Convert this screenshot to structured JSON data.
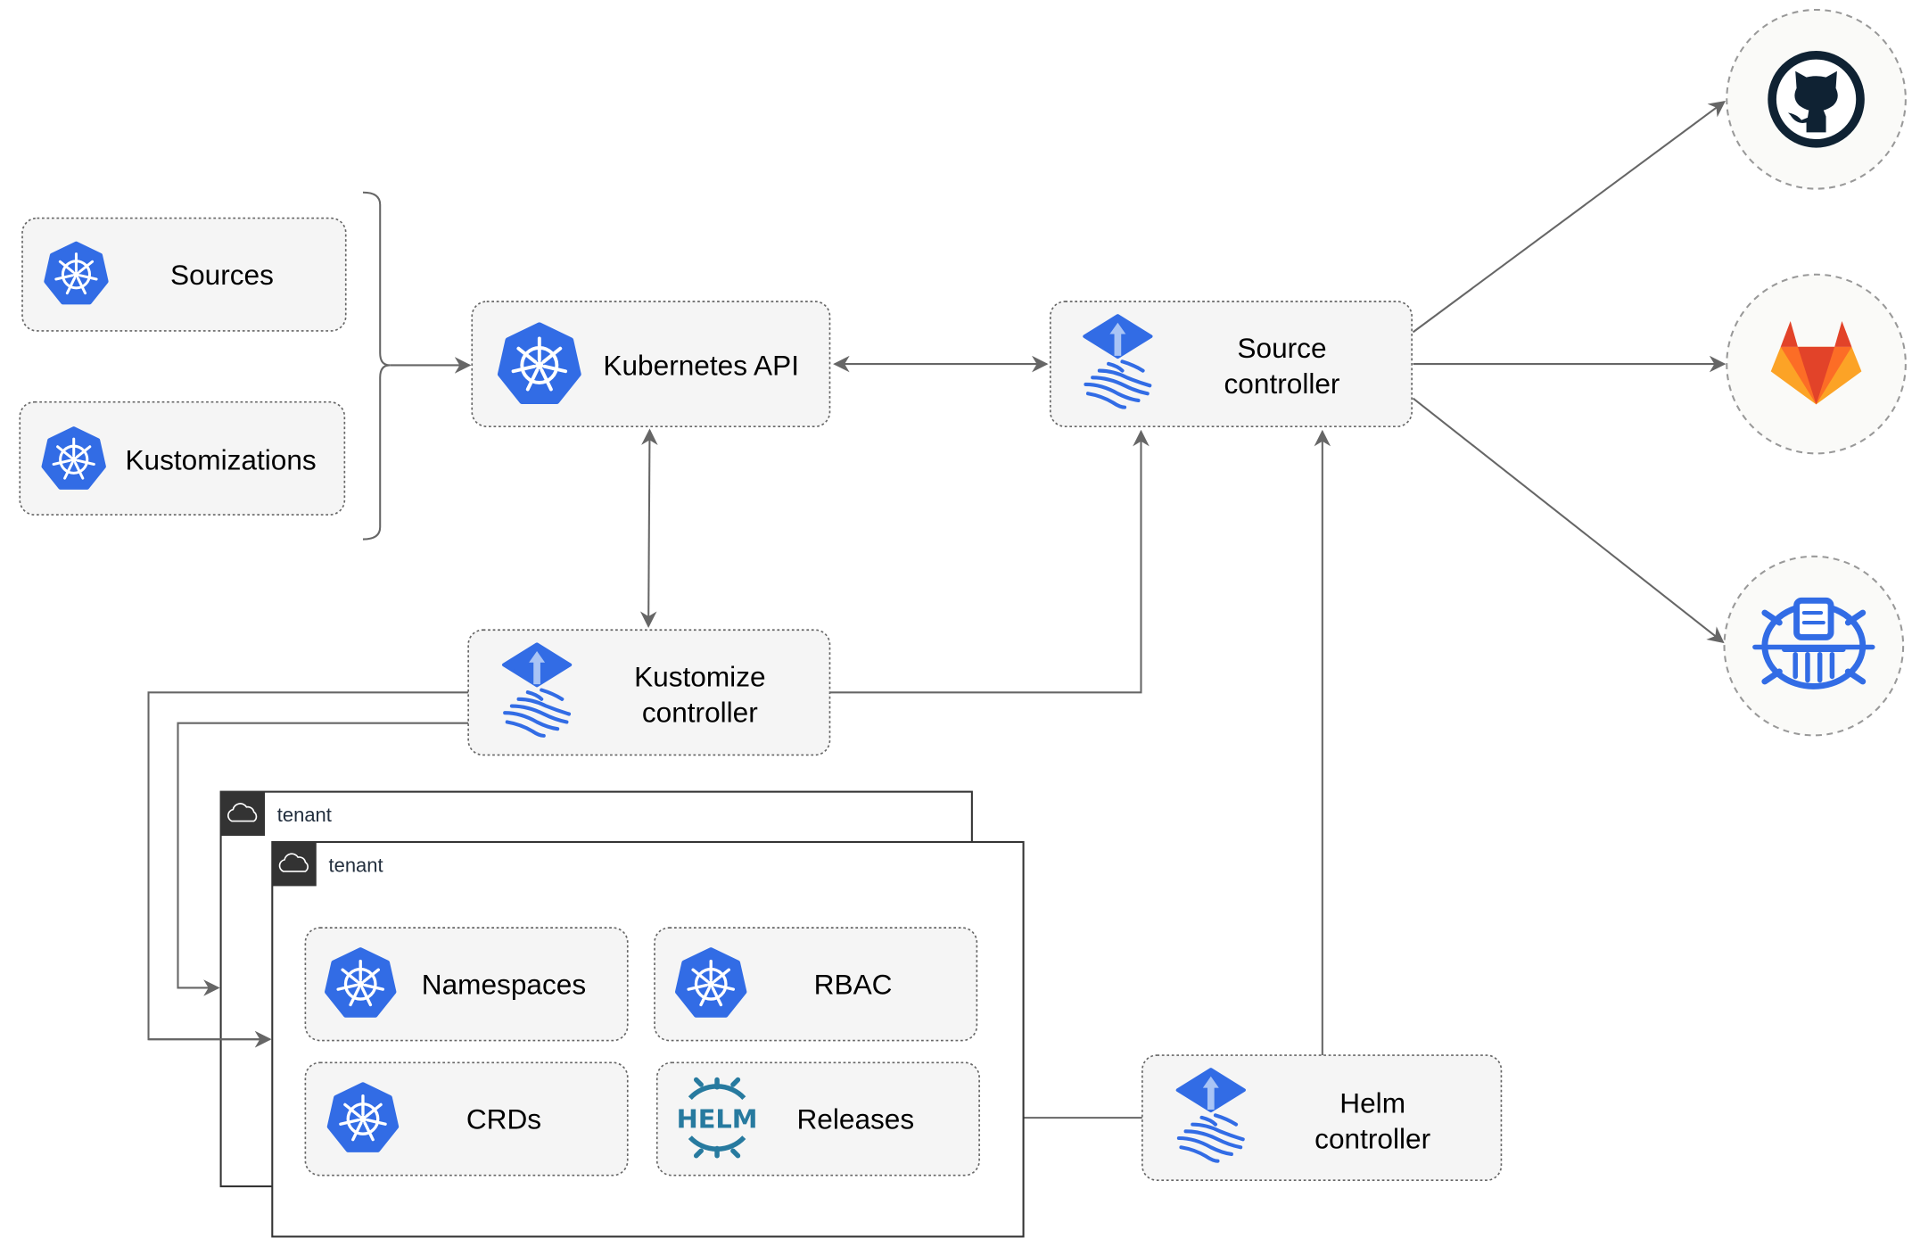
{
  "colors": {
    "kubernetes_blue": "#326ce5",
    "flux_blue": "#326ce5",
    "helm_blue": "#277a9f",
    "github_dark": "#0f2233",
    "gitlab_orange": "#e24329",
    "edge_gray": "#666666"
  },
  "crd_inputs": [
    {
      "label": "Sources",
      "icon": "kubernetes-icon"
    },
    {
      "label": "Kustomizations",
      "icon": "kubernetes-icon"
    }
  ],
  "kubernetes_api": {
    "label": "Kubernetes API",
    "icon": "kubernetes-icon"
  },
  "source_controller": {
    "line1": "Source",
    "line2": "controller",
    "icon": "flux-icon"
  },
  "kustomize_controller": {
    "line1": "Kustomize",
    "line2": "controller",
    "icon": "flux-icon"
  },
  "helm_controller": {
    "line1": "Helm",
    "line2": "controller",
    "icon": "flux-icon"
  },
  "external_sources": [
    {
      "icon": "github-icon"
    },
    {
      "icon": "gitlab-icon"
    },
    {
      "icon": "bucket-icon"
    }
  ],
  "tenants": [
    {
      "label": "tenant",
      "icon": "cloud-icon"
    },
    {
      "label": "tenant",
      "icon": "cloud-icon"
    }
  ],
  "tenant_resources": [
    {
      "label": "Namespaces",
      "icon": "kubernetes-icon"
    },
    {
      "label": "RBAC",
      "icon": "kubernetes-icon"
    },
    {
      "label": "CRDs",
      "icon": "kubernetes-icon"
    },
    {
      "label": "Releases",
      "icon": "helm-icon"
    }
  ],
  "helm_logo_text": "HELM"
}
